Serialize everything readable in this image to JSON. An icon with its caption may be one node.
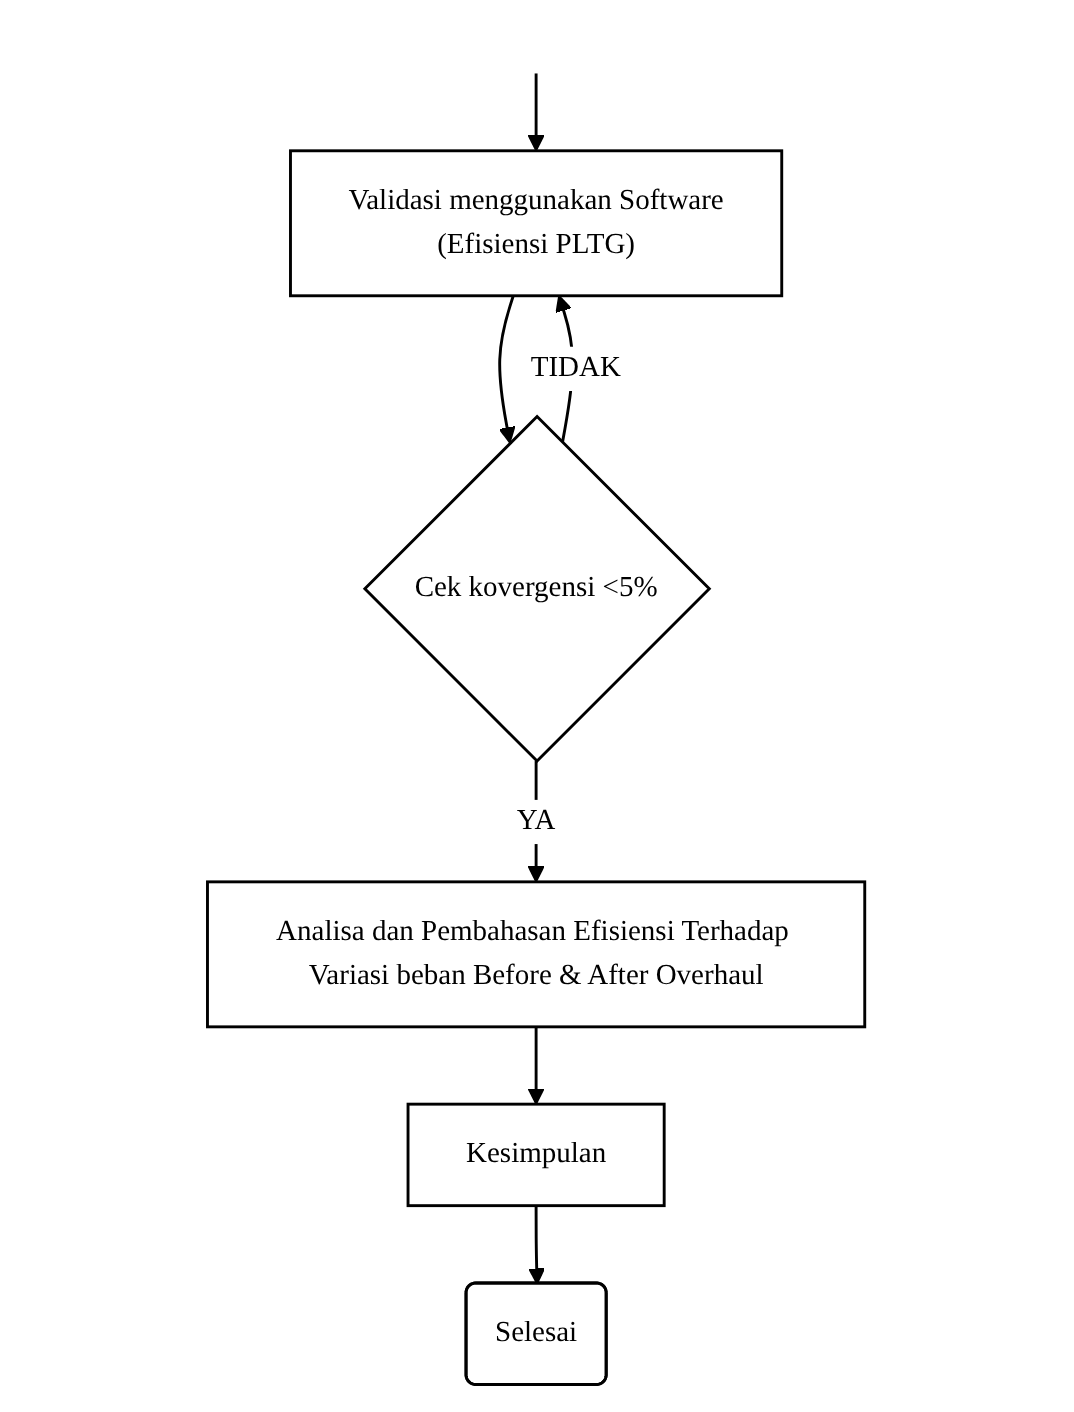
{
  "diagram": {
    "nodes": [
      {
        "text": [
          "Validasi menggunakan Software",
          "(Efisiensi PLTG)"
        ]
      },
      {
        "text": [
          "Cek kovergensi <5%"
        ]
      },
      {
        "text": [
          "Analisa dan Pembahasan Efisiensi Terhadap Variasi beban Before & After Overhaul"
        ]
      },
      {
        "text": [
          "Kesimpulan"
        ]
      },
      {
        "text": [
          "Selesai"
        ]
      }
    ],
    "edges": [
      {
        "from": null,
        "to": 0,
        "arrow": "to"
      },
      {
        "from": 0,
        "to": 1,
        "arrow": "to"
      },
      {
        "from": 1,
        "to": 0,
        "arrow": "to",
        "label": "TIDAK"
      },
      {
        "from": 1,
        "to": 2,
        "arrow": "to",
        "label": "YA"
      },
      {
        "from": 2,
        "to": 3,
        "arrow": "to"
      },
      {
        "from": 3,
        "to": 4,
        "arrow": "to"
      }
    ]
  }
}
